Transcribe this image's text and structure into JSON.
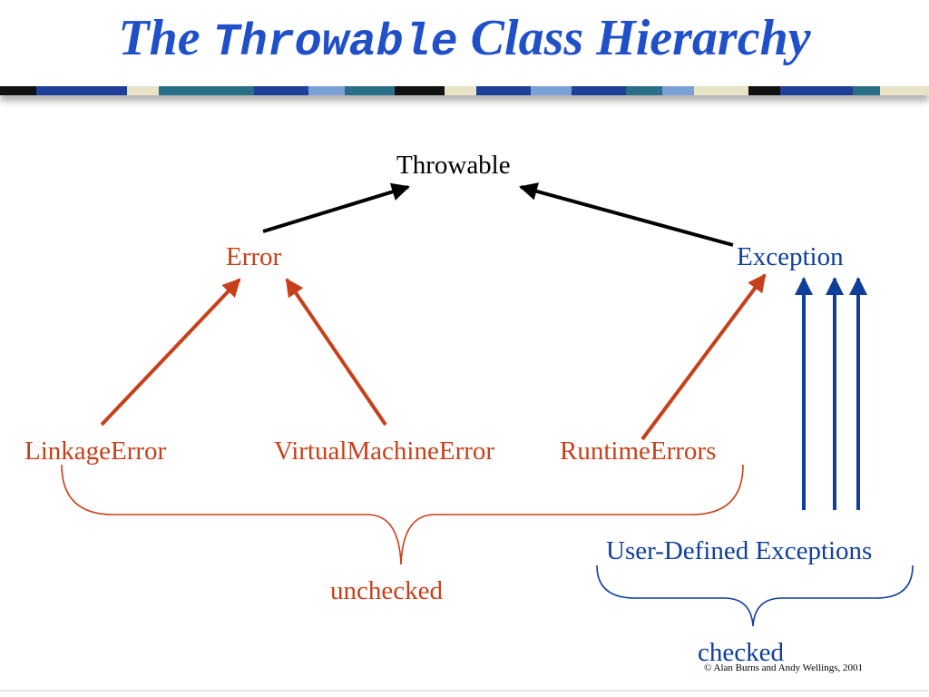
{
  "slide": {
    "title_before": "The ",
    "title_code": "Throwable",
    "title_after": " Class Hierarchy",
    "copyright": "© Alan Burns and Andy Wellings, 2001"
  },
  "colors": {
    "title": "#1f4fc9",
    "unchecked": "#c8401b",
    "checked": "#0f3f9b",
    "root": "#000000"
  },
  "nodes": {
    "throwable": "Throwable",
    "error": "Error",
    "exception": "Exception",
    "linkage_error": "LinkageError",
    "virtual_machine_error": "VirtualMachineError",
    "runtime_errors": "RuntimeErrors",
    "user_defined_exceptions": "User-Defined Exceptions",
    "unchecked": "unchecked",
    "checked": "checked"
  },
  "relations": [
    {
      "from": "Error",
      "to": "Throwable"
    },
    {
      "from": "Exception",
      "to": "Throwable"
    },
    {
      "from": "LinkageError",
      "to": "Error"
    },
    {
      "from": "VirtualMachineError",
      "to": "Error"
    },
    {
      "from": "RuntimeErrors",
      "to": "Exception"
    },
    {
      "from": "User-Defined Exceptions",
      "to": "Exception"
    }
  ]
}
